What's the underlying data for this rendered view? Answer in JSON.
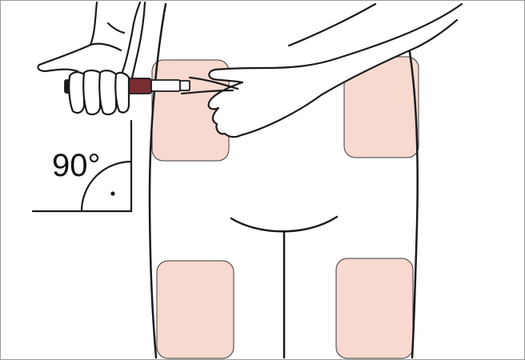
{
  "angle_indicator": {
    "text": "90°"
  },
  "injection_sites": [
    {
      "id": "upper-left"
    },
    {
      "id": "upper-right"
    },
    {
      "id": "lower-left"
    },
    {
      "id": "lower-right"
    }
  ],
  "colors": {
    "site_fill": "#f7d9cf",
    "outline": "#1a1a1a",
    "pen_body": "#7a2e32",
    "background": "#ffffff"
  }
}
